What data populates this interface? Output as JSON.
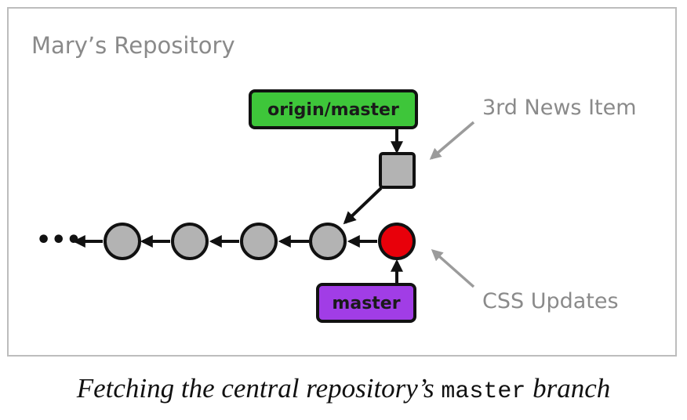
{
  "diagram": {
    "title": "Mary’s Repository",
    "ellipsis": "•••",
    "branches": {
      "origin_master": "origin/master",
      "master": "master"
    },
    "annotations": {
      "fetched_commit": "3rd News Item",
      "local_commit": "CSS Updates"
    },
    "commits": [
      {
        "kind": "history"
      },
      {
        "kind": "history"
      },
      {
        "kind": "history"
      },
      {
        "kind": "history"
      },
      {
        "kind": "fetched"
      },
      {
        "kind": "local"
      }
    ],
    "colors": {
      "history_commit": "#b3b3b3",
      "local_commit": "#e8000a",
      "origin_master_label": "#3ec63a",
      "master_label": "#a13de6",
      "annotation_text": "#8a8a8a",
      "annotation_arrow": "#9b9b9b",
      "frame_border": "#bdbdbd"
    }
  },
  "caption": {
    "before": "Fetching the central repository’s ",
    "code": "master",
    "after": " branch"
  }
}
